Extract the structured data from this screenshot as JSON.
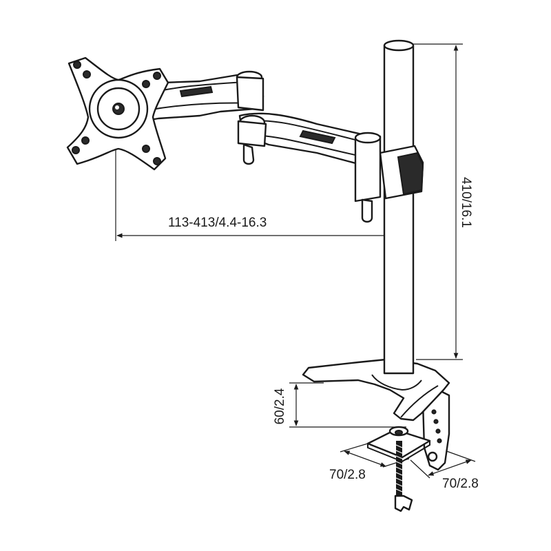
{
  "colors": {
    "line": "#1a1a1a",
    "background": "#ffffff"
  },
  "dimensions": {
    "arm_reach": "113-413/4.4-16.3",
    "pole_height": "410/16.1",
    "clamp_opening": "60/2.4",
    "clamp_width": "70/2.8",
    "clamp_depth": "70/2.8"
  }
}
